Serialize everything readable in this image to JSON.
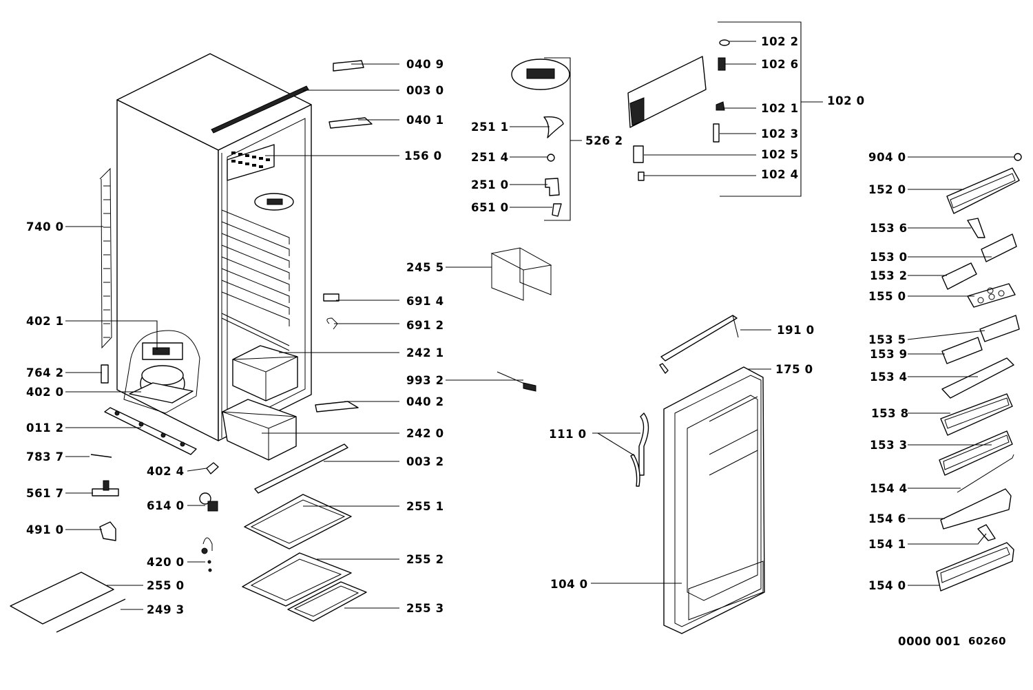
{
  "labels": {
    "l0409": "040 9",
    "l0030": "003 0",
    "l0401": "040 1",
    "l1560": "156 0",
    "l7400": "740 0",
    "l6914": "691 4",
    "l6912": "691 2",
    "l2421": "242 1",
    "l4021": "402 1",
    "l7642": "764 2",
    "l4020": "402 0",
    "l0112": "011 2",
    "l9932": "993 2",
    "l0402": "040 2",
    "l2420": "242 0",
    "l7837": "783 7",
    "l4024": "402 4",
    "l0032": "003 2",
    "l5617": "561 7",
    "l6140": "614 0",
    "l2551": "255 1",
    "l4910": "491 0",
    "l4200": "420 0",
    "l2552": "255 2",
    "l2550": "255 0",
    "l2493": "249 3",
    "l2553": "255 3",
    "l2511": "251 1",
    "l2514": "251 4",
    "l2510": "251 0",
    "l6510": "651 0",
    "l5262": "526 2",
    "l2455": "245 5",
    "l1022": "102 2",
    "l1026": "102 6",
    "l1021": "102 1",
    "l1023": "102 3",
    "l1025": "102 5",
    "l1024": "102 4",
    "l1020": "102 0",
    "l1910": "191 0",
    "l1750": "175 0",
    "l1110": "111 0",
    "l1040": "104 0",
    "l9040": "904 0",
    "l1520": "152 0",
    "l1536": "153 6",
    "l1530": "153 0",
    "l1532": "153 2",
    "l1550": "155 0",
    "l1535": "153 5",
    "l1539": "153 9",
    "l1534": "153 4",
    "l1538": "153 8",
    "l1533": "153 3",
    "l1544": "154 4",
    "l1546": "154 6",
    "l1541": "154 1",
    "l1540": "154 0"
  },
  "footer": {
    "code_a": "0000 001",
    "code_b": "60260"
  }
}
